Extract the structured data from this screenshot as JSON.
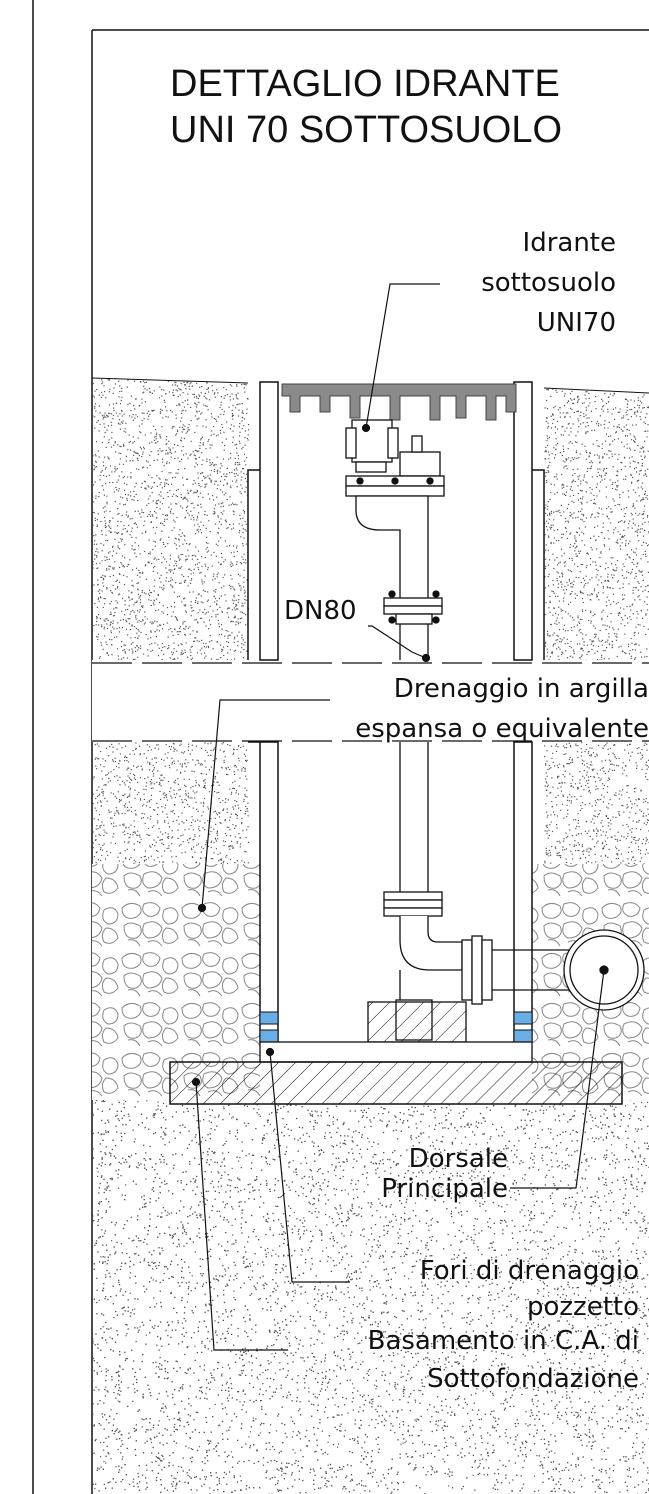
{
  "title": {
    "line1": "DETTAGLIO IDRANTE",
    "line2": "UNI 70 SOTTOSUOLO"
  },
  "labels": {
    "idrante": [
      "Idrante",
      "sottosuolo",
      "UNI70"
    ],
    "dn80": "DN80",
    "drenaggio": [
      "Drenaggio in argilla",
      "espansa o equivalente"
    ],
    "dorsale": [
      "Dorsale",
      "Principale"
    ],
    "fori": [
      "Fori di drenaggio",
      "pozzetto"
    ],
    "basamento": [
      "Basamento in C.A. di",
      "Sottofondazione"
    ]
  },
  "colors": {
    "line": "#111111",
    "grate": "#8a8a8a",
    "drain_hole": "#6aaee8",
    "soil_dot": "#555555"
  }
}
